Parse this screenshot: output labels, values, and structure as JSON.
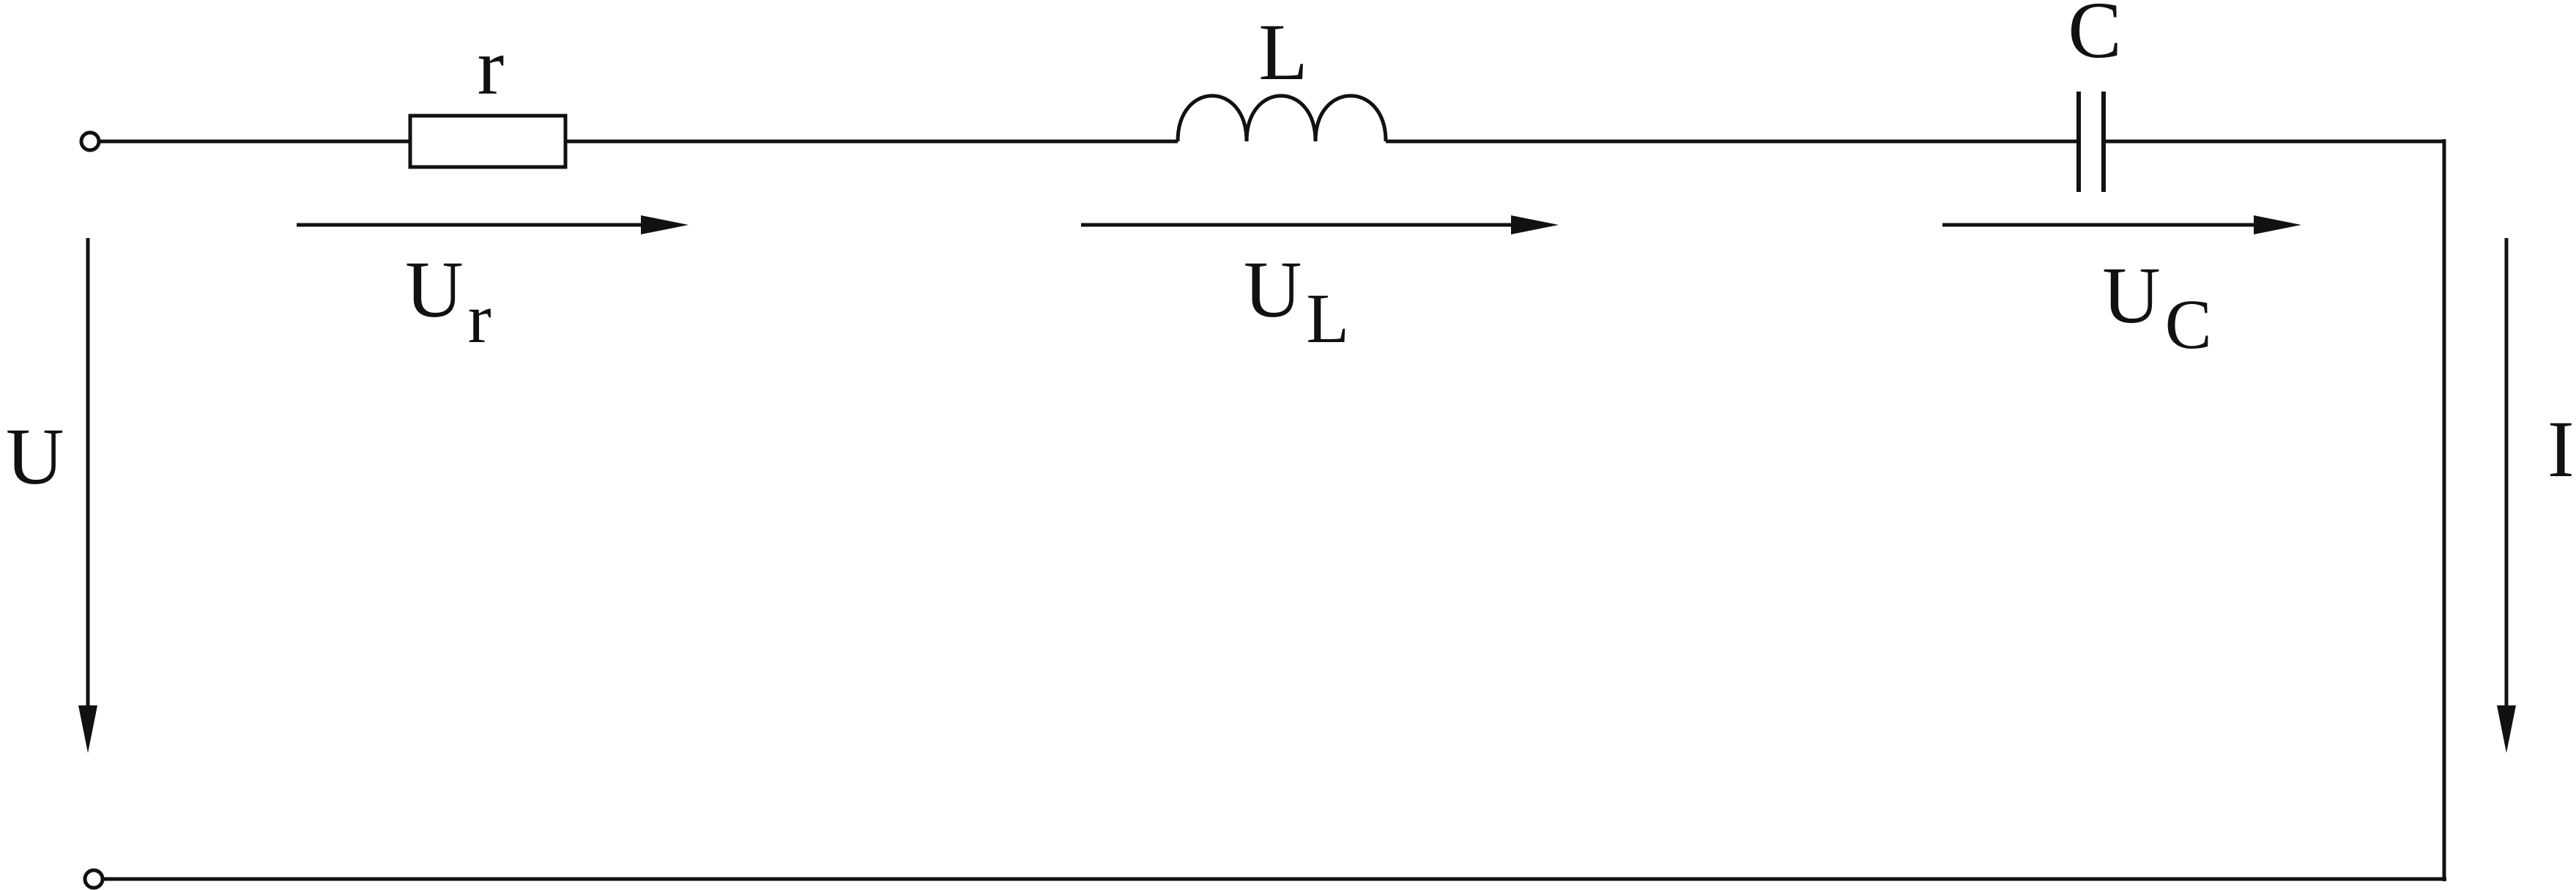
{
  "components": {
    "resistor": {
      "symbol": "r"
    },
    "inductor": {
      "symbol": "L"
    },
    "capacitor": {
      "symbol": "C"
    }
  },
  "voltages": {
    "resistor": {
      "main": "U",
      "sub": "r"
    },
    "inductor": {
      "main": "U",
      "sub": "L"
    },
    "capacitor": {
      "main": "U",
      "sub": "C"
    },
    "source": {
      "main": "U"
    }
  },
  "current": {
    "label": "I"
  },
  "colors": {
    "stroke": "#111111",
    "background": "#ffffff"
  }
}
